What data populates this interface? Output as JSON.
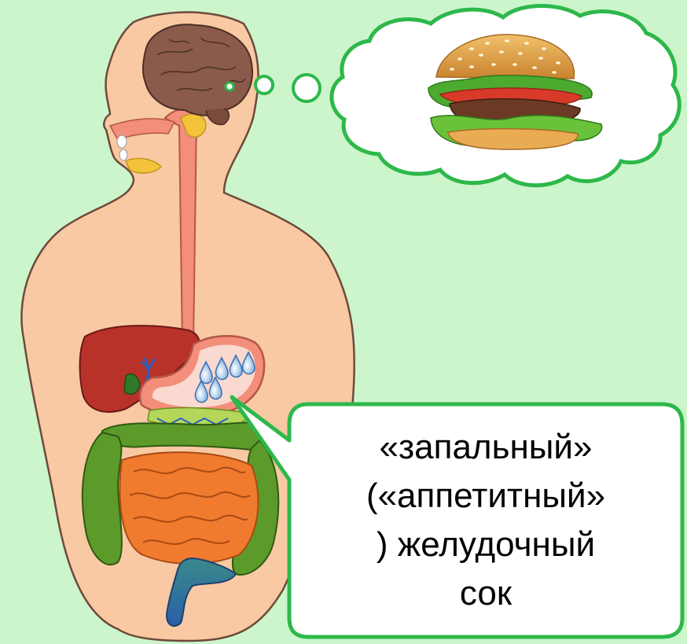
{
  "callout": {
    "lines": [
      "«запальный»",
      "(«аппетитный»",
      ") желудочный",
      "сок"
    ]
  },
  "colors": {
    "background": "#ccf5cc",
    "skin": "#f8c9a3",
    "outline": "#2db84a",
    "brain": "#8a5a4a",
    "liver": "#b8322a",
    "intestine": "#f07a2e",
    "colon": "#5c9a2a",
    "esophagus": "#f28e7a"
  },
  "icons": [
    "brain-icon",
    "burger-icon",
    "gastric-drops-icon"
  ]
}
